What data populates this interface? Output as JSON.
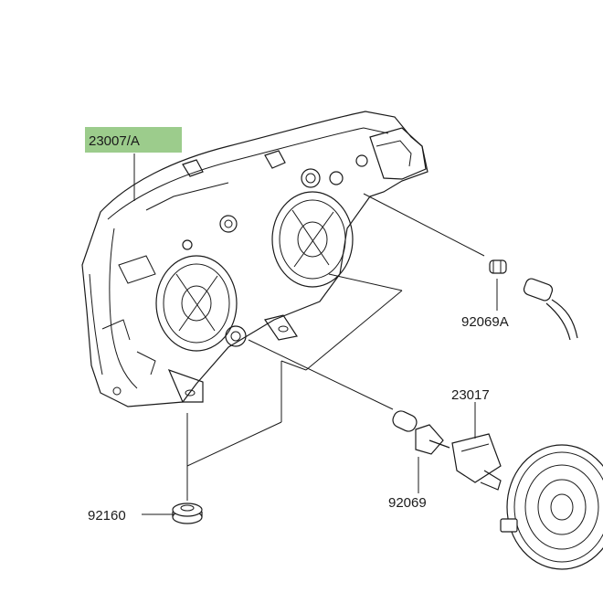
{
  "parts": {
    "headlight_assembly": "23007/A",
    "position_bulb": "92069A",
    "socket": "23017",
    "headlight_bulb": "92069",
    "grommet": "92160"
  },
  "colors": {
    "highlight": "#9ccc8c",
    "ink": "#1a1a1a"
  }
}
